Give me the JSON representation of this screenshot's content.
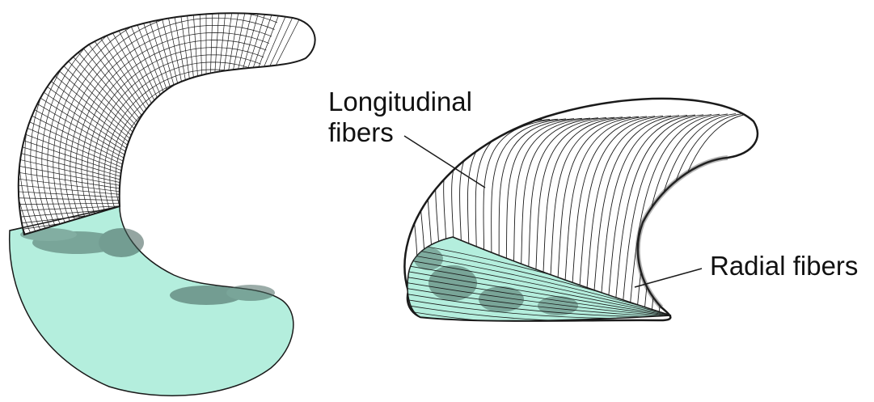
{
  "labels": {
    "longitudinal_line1": "Longitudinal",
    "longitudinal_line2": "fibers",
    "radial": "Radial fibers"
  },
  "colors": {
    "tissue_fill": "#b4eedd",
    "mesh_stroke": "#1a1a1a",
    "background": "#ffffff"
  }
}
